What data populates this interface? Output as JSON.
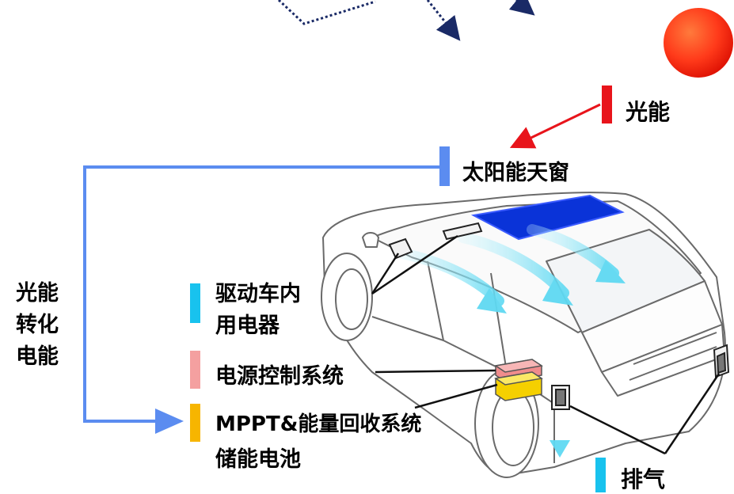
{
  "colors": {
    "light_energy": "#e8141b",
    "solar_roof": "#5b8cf0",
    "roof_panel": "#0a33d8",
    "drive_appliance": "#18c2ee",
    "power_control": "#f4a0a0",
    "mppt_battery": "#f7b500",
    "exhaust": "#18c2ee",
    "airflow": "#7fe3f5"
  },
  "labels": {
    "light_energy": "光能",
    "solar_sunroof": "太阳能天窗",
    "conversion_line1": "光能",
    "conversion_line2": "转化",
    "conversion_line3": "电能",
    "drive_line1": "驱动车内",
    "drive_line2": "用电器",
    "power_control": "电源控制系统",
    "mppt_line1": "MPPT&能量回收系统",
    "mppt_line2": "储能电池",
    "exhaust": "排气"
  },
  "icons": [
    "sun-icon",
    "car-illustration",
    "vent-icon",
    "battery-module-icon",
    "airflow-arrow-icon"
  ]
}
